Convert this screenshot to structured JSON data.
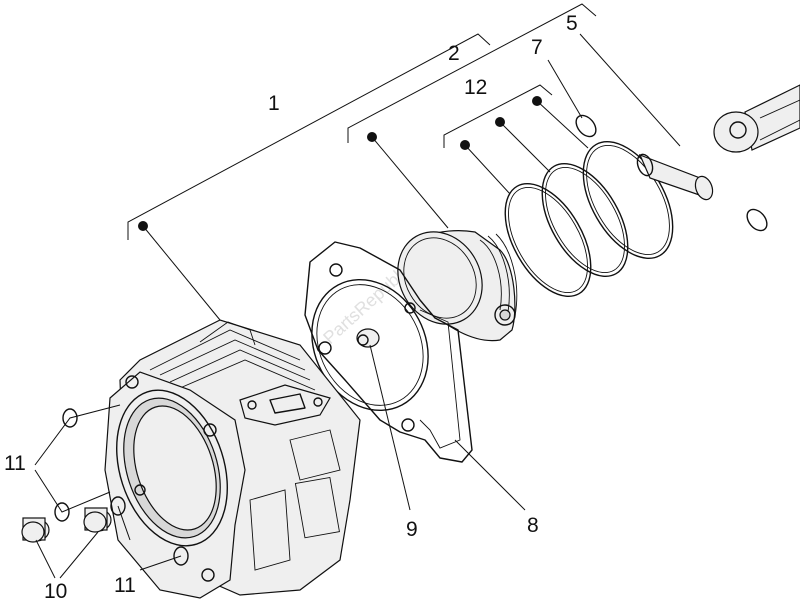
{
  "diagram": {
    "callouts": [
      {
        "id": "label-1",
        "text": "1"
      },
      {
        "id": "label-2",
        "text": "2"
      },
      {
        "id": "label-5",
        "text": "5"
      },
      {
        "id": "label-7",
        "text": "7"
      },
      {
        "id": "label-12",
        "text": "12"
      },
      {
        "id": "label-8",
        "text": "8"
      },
      {
        "id": "label-9",
        "text": "9"
      },
      {
        "id": "label-11a",
        "text": "11"
      },
      {
        "id": "label-11b",
        "text": "11"
      },
      {
        "id": "label-10",
        "text": "10"
      }
    ],
    "watermark": "PartsRepublik"
  }
}
